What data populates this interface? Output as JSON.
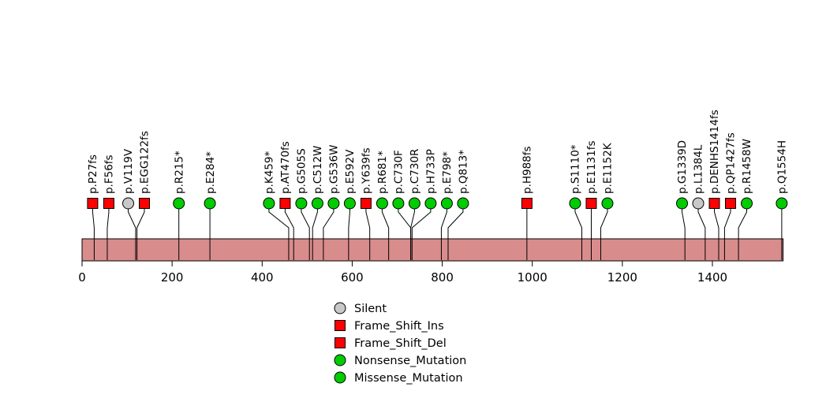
{
  "chart_data": {
    "type": "lollipop",
    "title": "",
    "xlabel": "",
    "x_ticks": [
      0,
      200,
      400,
      600,
      800,
      1000,
      1200,
      1400
    ],
    "x_range": [
      0,
      1557
    ],
    "grid": false,
    "legend_position": "bottom-center",
    "colors": {
      "protein_bar": "#D98C8C",
      "frame_shift": "#FF0000",
      "nonsense": "#00CC00",
      "missense": "#00CC00",
      "silent": "#C8C8C8",
      "outline": "#000000"
    },
    "mutations": [
      {
        "label": "p.P27fs",
        "pos": 27,
        "shape": "square",
        "color": "#FF0000",
        "category": "Frame_Shift"
      },
      {
        "label": "p.F56fs",
        "pos": 56,
        "shape": "square",
        "color": "#FF0000",
        "category": "Frame_Shift"
      },
      {
        "label": "p.V119V",
        "pos": 119,
        "shape": "circle",
        "color": "#C8C8C8",
        "category": "Silent"
      },
      {
        "label": "p.EGG122fs",
        "pos": 122,
        "shape": "square",
        "color": "#FF0000",
        "category": "Frame_Shift"
      },
      {
        "label": "p.R215*",
        "pos": 215,
        "shape": "circle",
        "color": "#00CC00",
        "category": "Nonsense_Mutation"
      },
      {
        "label": "p.E284*",
        "pos": 284,
        "shape": "circle",
        "color": "#00CC00",
        "category": "Nonsense_Mutation"
      },
      {
        "label": "p.K459*",
        "pos": 459,
        "shape": "circle",
        "color": "#00CC00",
        "category": "Nonsense_Mutation"
      },
      {
        "label": "p.AT470fs",
        "pos": 470,
        "shape": "square",
        "color": "#FF0000",
        "category": "Frame_Shift"
      },
      {
        "label": "p.G505S",
        "pos": 505,
        "shape": "circle",
        "color": "#00CC00",
        "category": "Missense_Mutation"
      },
      {
        "label": "p.C512W",
        "pos": 512,
        "shape": "circle",
        "color": "#00CC00",
        "category": "Missense_Mutation"
      },
      {
        "label": "p.G536W",
        "pos": 536,
        "shape": "circle",
        "color": "#00CC00",
        "category": "Missense_Mutation"
      },
      {
        "label": "p.E592V",
        "pos": 592,
        "shape": "circle",
        "color": "#00CC00",
        "category": "Missense_Mutation"
      },
      {
        "label": "p.Y639fs",
        "pos": 639,
        "shape": "square",
        "color": "#FF0000",
        "category": "Frame_Shift"
      },
      {
        "label": "p.R681*",
        "pos": 681,
        "shape": "circle",
        "color": "#00CC00",
        "category": "Nonsense_Mutation"
      },
      {
        "label": "p.C730F",
        "pos": 730,
        "shape": "circle",
        "color": "#00CC00",
        "category": "Missense_Mutation"
      },
      {
        "label": "p.C730R",
        "pos": 730,
        "shape": "circle",
        "color": "#00CC00",
        "category": "Missense_Mutation"
      },
      {
        "label": "p.H733P",
        "pos": 733,
        "shape": "circle",
        "color": "#00CC00",
        "category": "Missense_Mutation"
      },
      {
        "label": "p.E798*",
        "pos": 798,
        "shape": "circle",
        "color": "#00CC00",
        "category": "Nonsense_Mutation"
      },
      {
        "label": "p.Q813*",
        "pos": 813,
        "shape": "circle",
        "color": "#00CC00",
        "category": "Nonsense_Mutation"
      },
      {
        "label": "p.H988fs",
        "pos": 988,
        "shape": "square",
        "color": "#FF0000",
        "category": "Frame_Shift"
      },
      {
        "label": "p.S1110*",
        "pos": 1110,
        "shape": "circle",
        "color": "#00CC00",
        "category": "Nonsense_Mutation"
      },
      {
        "label": "p.E1131fs",
        "pos": 1131,
        "shape": "square",
        "color": "#FF0000",
        "category": "Frame_Shift"
      },
      {
        "label": "p.E1152K",
        "pos": 1152,
        "shape": "circle",
        "color": "#00CC00",
        "category": "Missense_Mutation"
      },
      {
        "label": "p.G1339D",
        "pos": 1339,
        "shape": "circle",
        "color": "#00CC00",
        "category": "Missense_Mutation"
      },
      {
        "label": "p.L1384L",
        "pos": 1384,
        "shape": "circle",
        "color": "#C8C8C8",
        "category": "Silent"
      },
      {
        "label": "p.DENHS1414fs",
        "pos": 1414,
        "shape": "square",
        "color": "#FF0000",
        "category": "Frame_Shift"
      },
      {
        "label": "p.QP1427fs",
        "pos": 1427,
        "shape": "square",
        "color": "#FF0000",
        "category": "Frame_Shift"
      },
      {
        "label": "p.R1458W",
        "pos": 1458,
        "shape": "circle",
        "color": "#00CC00",
        "category": "Missense_Mutation"
      },
      {
        "label": "p.Q1554H",
        "pos": 1554,
        "shape": "circle",
        "color": "#00CC00",
        "category": "Missense_Mutation"
      }
    ],
    "legend": [
      {
        "label": "Silent",
        "shape": "circle",
        "color": "#C8C8C8"
      },
      {
        "label": "Frame_Shift_Ins",
        "shape": "square",
        "color": "#FF0000"
      },
      {
        "label": "Frame_Shift_Del",
        "shape": "square",
        "color": "#FF0000"
      },
      {
        "label": "Nonsense_Mutation",
        "shape": "circle",
        "color": "#00CC00"
      },
      {
        "label": "Missense_Mutation",
        "shape": "circle",
        "color": "#00CC00"
      }
    ]
  }
}
